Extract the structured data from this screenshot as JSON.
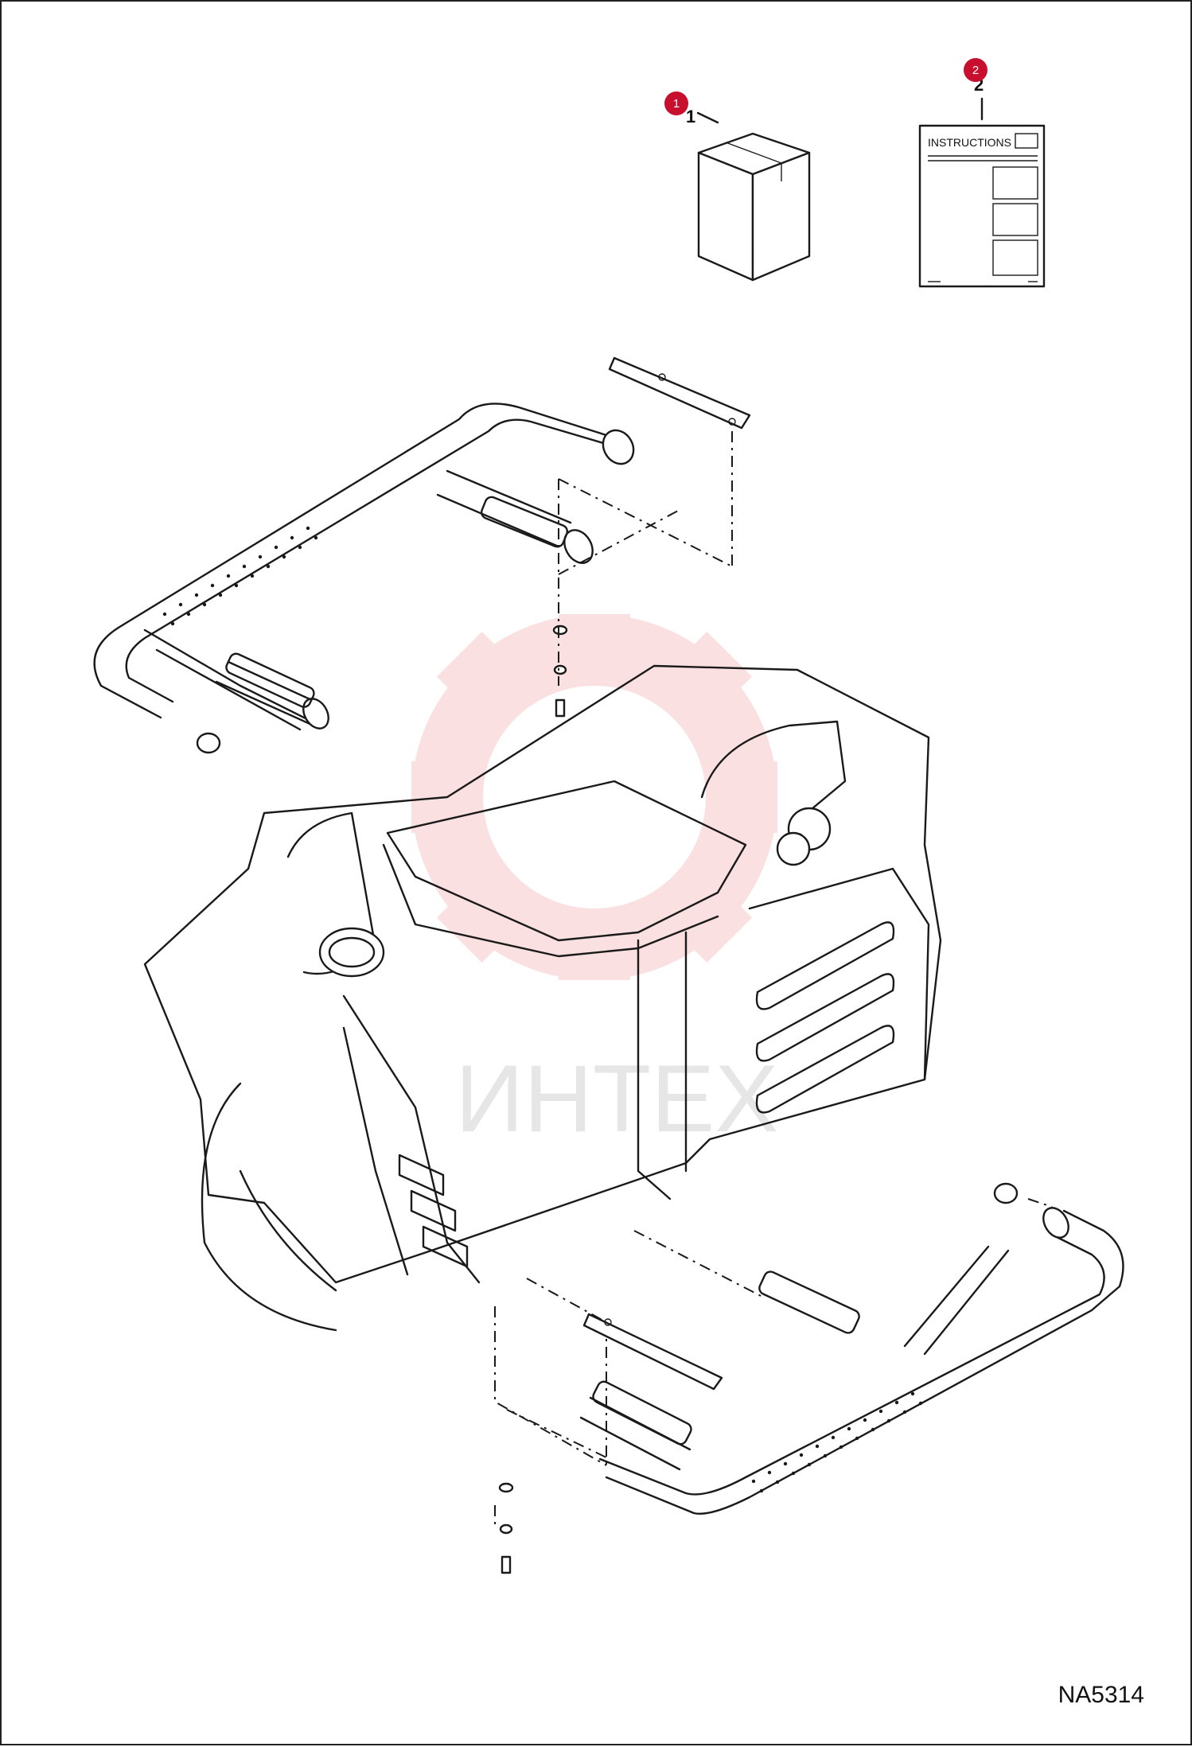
{
  "diagram": {
    "code": "NA5314",
    "document_label": "INSTRUCTIONS",
    "watermark_text": "ИНТЕХ",
    "callouts": [
      {
        "label": "1",
        "ref": "1",
        "part": "box-kit"
      },
      {
        "label": "2",
        "ref": "2",
        "part": "instructions-sheet"
      }
    ]
  },
  "colors": {
    "callout": "#c8102e",
    "line": "#1a1a1a",
    "watermark": "#f6c7c7"
  }
}
